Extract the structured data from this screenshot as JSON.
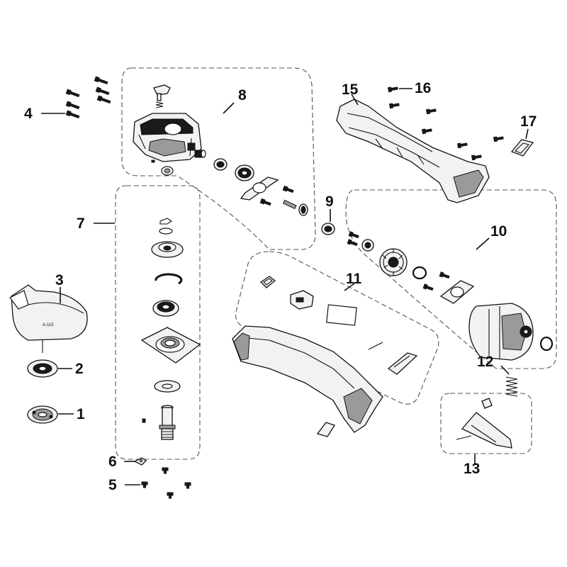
{
  "callouts": {
    "c1": "1",
    "c2": "2",
    "c3": "3",
    "c4": "4",
    "c5": "5",
    "c6": "6",
    "c7": "7",
    "c8": "8",
    "c9": "9",
    "c10": "10",
    "c11": "11",
    "c12": "12",
    "c13": "13",
    "c15": "15",
    "c16": "16",
    "c17": "17"
  },
  "guard_label": "A-115"
}
